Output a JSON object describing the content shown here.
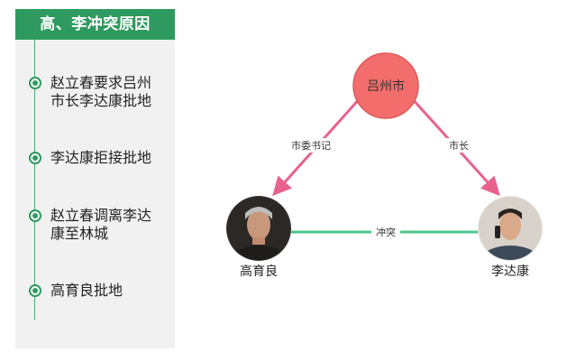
{
  "sidebar": {
    "title": "高、李冲突原因",
    "events": [
      {
        "lines": [
          "赵立春要求吕州",
          "市长李达康批地"
        ]
      },
      {
        "lines": [
          "李达康拒接批地"
        ]
      },
      {
        "lines": [
          "赵立春调离李达",
          "康至林城"
        ]
      },
      {
        "lines": [
          "高育良批地"
        ]
      }
    ]
  },
  "diagram": {
    "nodes": {
      "city": {
        "label": "吕州市",
        "color": "#f26d6b"
      },
      "gao": {
        "label": "高育良"
      },
      "li": {
        "label": "李达康"
      }
    },
    "edges": {
      "city_gao": {
        "label": "市委书记",
        "color": "#e8628d"
      },
      "city_li": {
        "label": "市长",
        "color": "#e8628d"
      },
      "gao_li": {
        "label": "冲突",
        "color": "#4cc48a"
      }
    }
  }
}
